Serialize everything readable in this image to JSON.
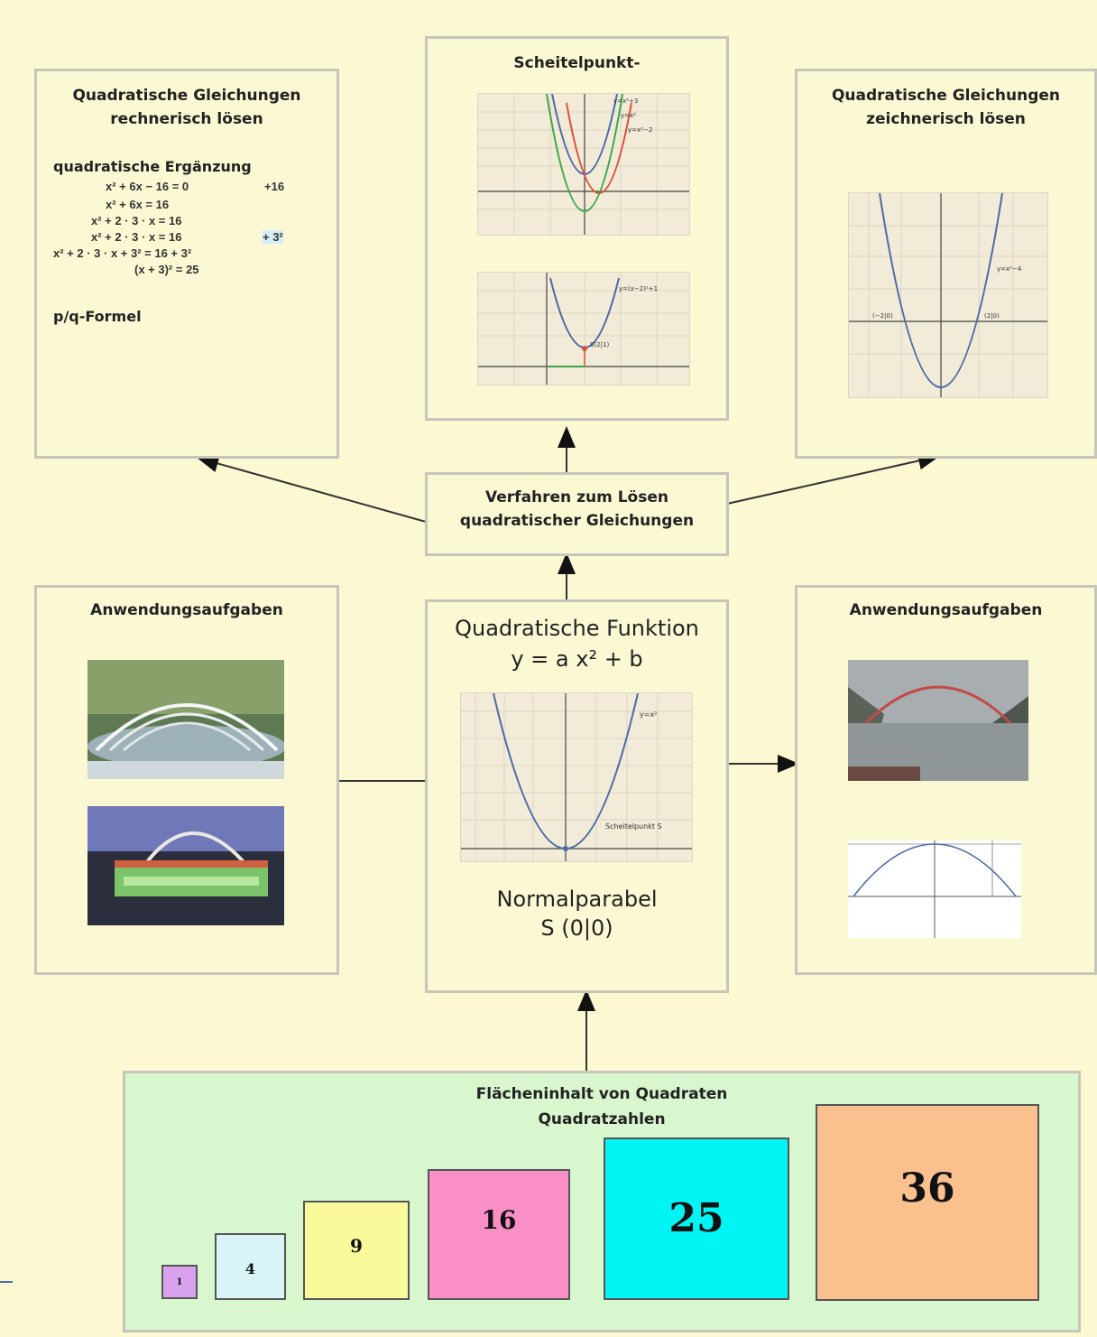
{
  "left_top": {
    "title_line1": "Quadratische Gleichungen",
    "title_line2": "rechnerisch lösen",
    "section1": "quadratische Ergänzung",
    "section2": "p/q-Formel",
    "eq1": "x² + 6x − 16 = 0",
    "eq1_op": "+16",
    "eq2": "x² + 6x     = 16",
    "eq3": "x² + 2 · 3 · x = 16",
    "eq4": "x² + 2 · 3 · x = 16",
    "eq4_op": "+ 3²",
    "eq5": "x² + 2 · 3 · x + 3² = 16 + 3²",
    "eq6": "(x + 3)² = 25"
  },
  "top_center": {
    "title": "Scheitelpunkt-",
    "graph1_labels": [
      "y=x²+3",
      "y=x²",
      "y=x²−2"
    ],
    "graph2_label": "y=(x−2)²+1",
    "graph2_point": "S(2|1)"
  },
  "right_top": {
    "title_line1": "Quadratische Gleichungen",
    "title_line2": "zeichnerisch lösen",
    "graph_label": "y=x²−4",
    "point_left": "(−2|0)",
    "point_right": "(2|0)"
  },
  "methods": {
    "line1": "Verfahren zum Lösen",
    "line2": "quadratischer Gleichungen"
  },
  "left_mid": {
    "title": "Anwendungsaufgaben"
  },
  "right_mid": {
    "title": "Anwendungsaufgaben"
  },
  "center": {
    "title": "Quadratische Funktion",
    "formula": "y = a x² + b",
    "graph_label": "y=x²",
    "vertex_label": "Scheitelpunkt S",
    "caption_line1": "Normalparabel",
    "caption_line2": "S (0|0)"
  },
  "bottom": {
    "title_line1": "Flächeninhalt von Quadraten",
    "title_line2": "Quadratzahlen",
    "squares": [
      {
        "label": "1",
        "color": "#d8a2ee"
      },
      {
        "label": "4",
        "color": "#d8f4f6"
      },
      {
        "label": "9",
        "color": "#fafa9a"
      },
      {
        "label": "16",
        "color": "#fa8fc8"
      },
      {
        "label": "25",
        "color": "#00f4f4"
      },
      {
        "label": "36",
        "color": "#fac08e"
      }
    ]
  },
  "colors": {
    "background": "#fbf8d2",
    "box_border": "#c7c6ba",
    "bottom_panel": "#d9f7cf",
    "parabola": "#4a6aa8"
  }
}
